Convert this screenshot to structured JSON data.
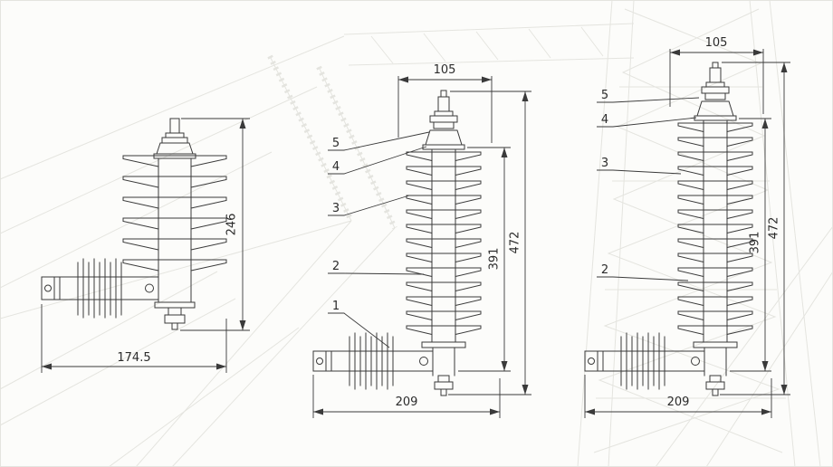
{
  "drawing": {
    "background_color": "#fcfcfa",
    "line_color": "#3a3a3a",
    "views": {
      "left": {
        "dimensions": {
          "overall_height": "246",
          "overall_width": "174.5"
        }
      },
      "middle": {
        "dimensions": {
          "terminal_width": "105",
          "housing_height": "391",
          "overall_height": "472",
          "base_width": "209"
        },
        "part_labels": [
          "5",
          "4",
          "3",
          "2",
          "1"
        ]
      },
      "right": {
        "dimensions": {
          "terminal_width": "105",
          "housing_height": "391",
          "overall_height": "472",
          "base_width": "209"
        },
        "part_labels": [
          "5",
          "4",
          "3",
          "2"
        ]
      }
    }
  }
}
